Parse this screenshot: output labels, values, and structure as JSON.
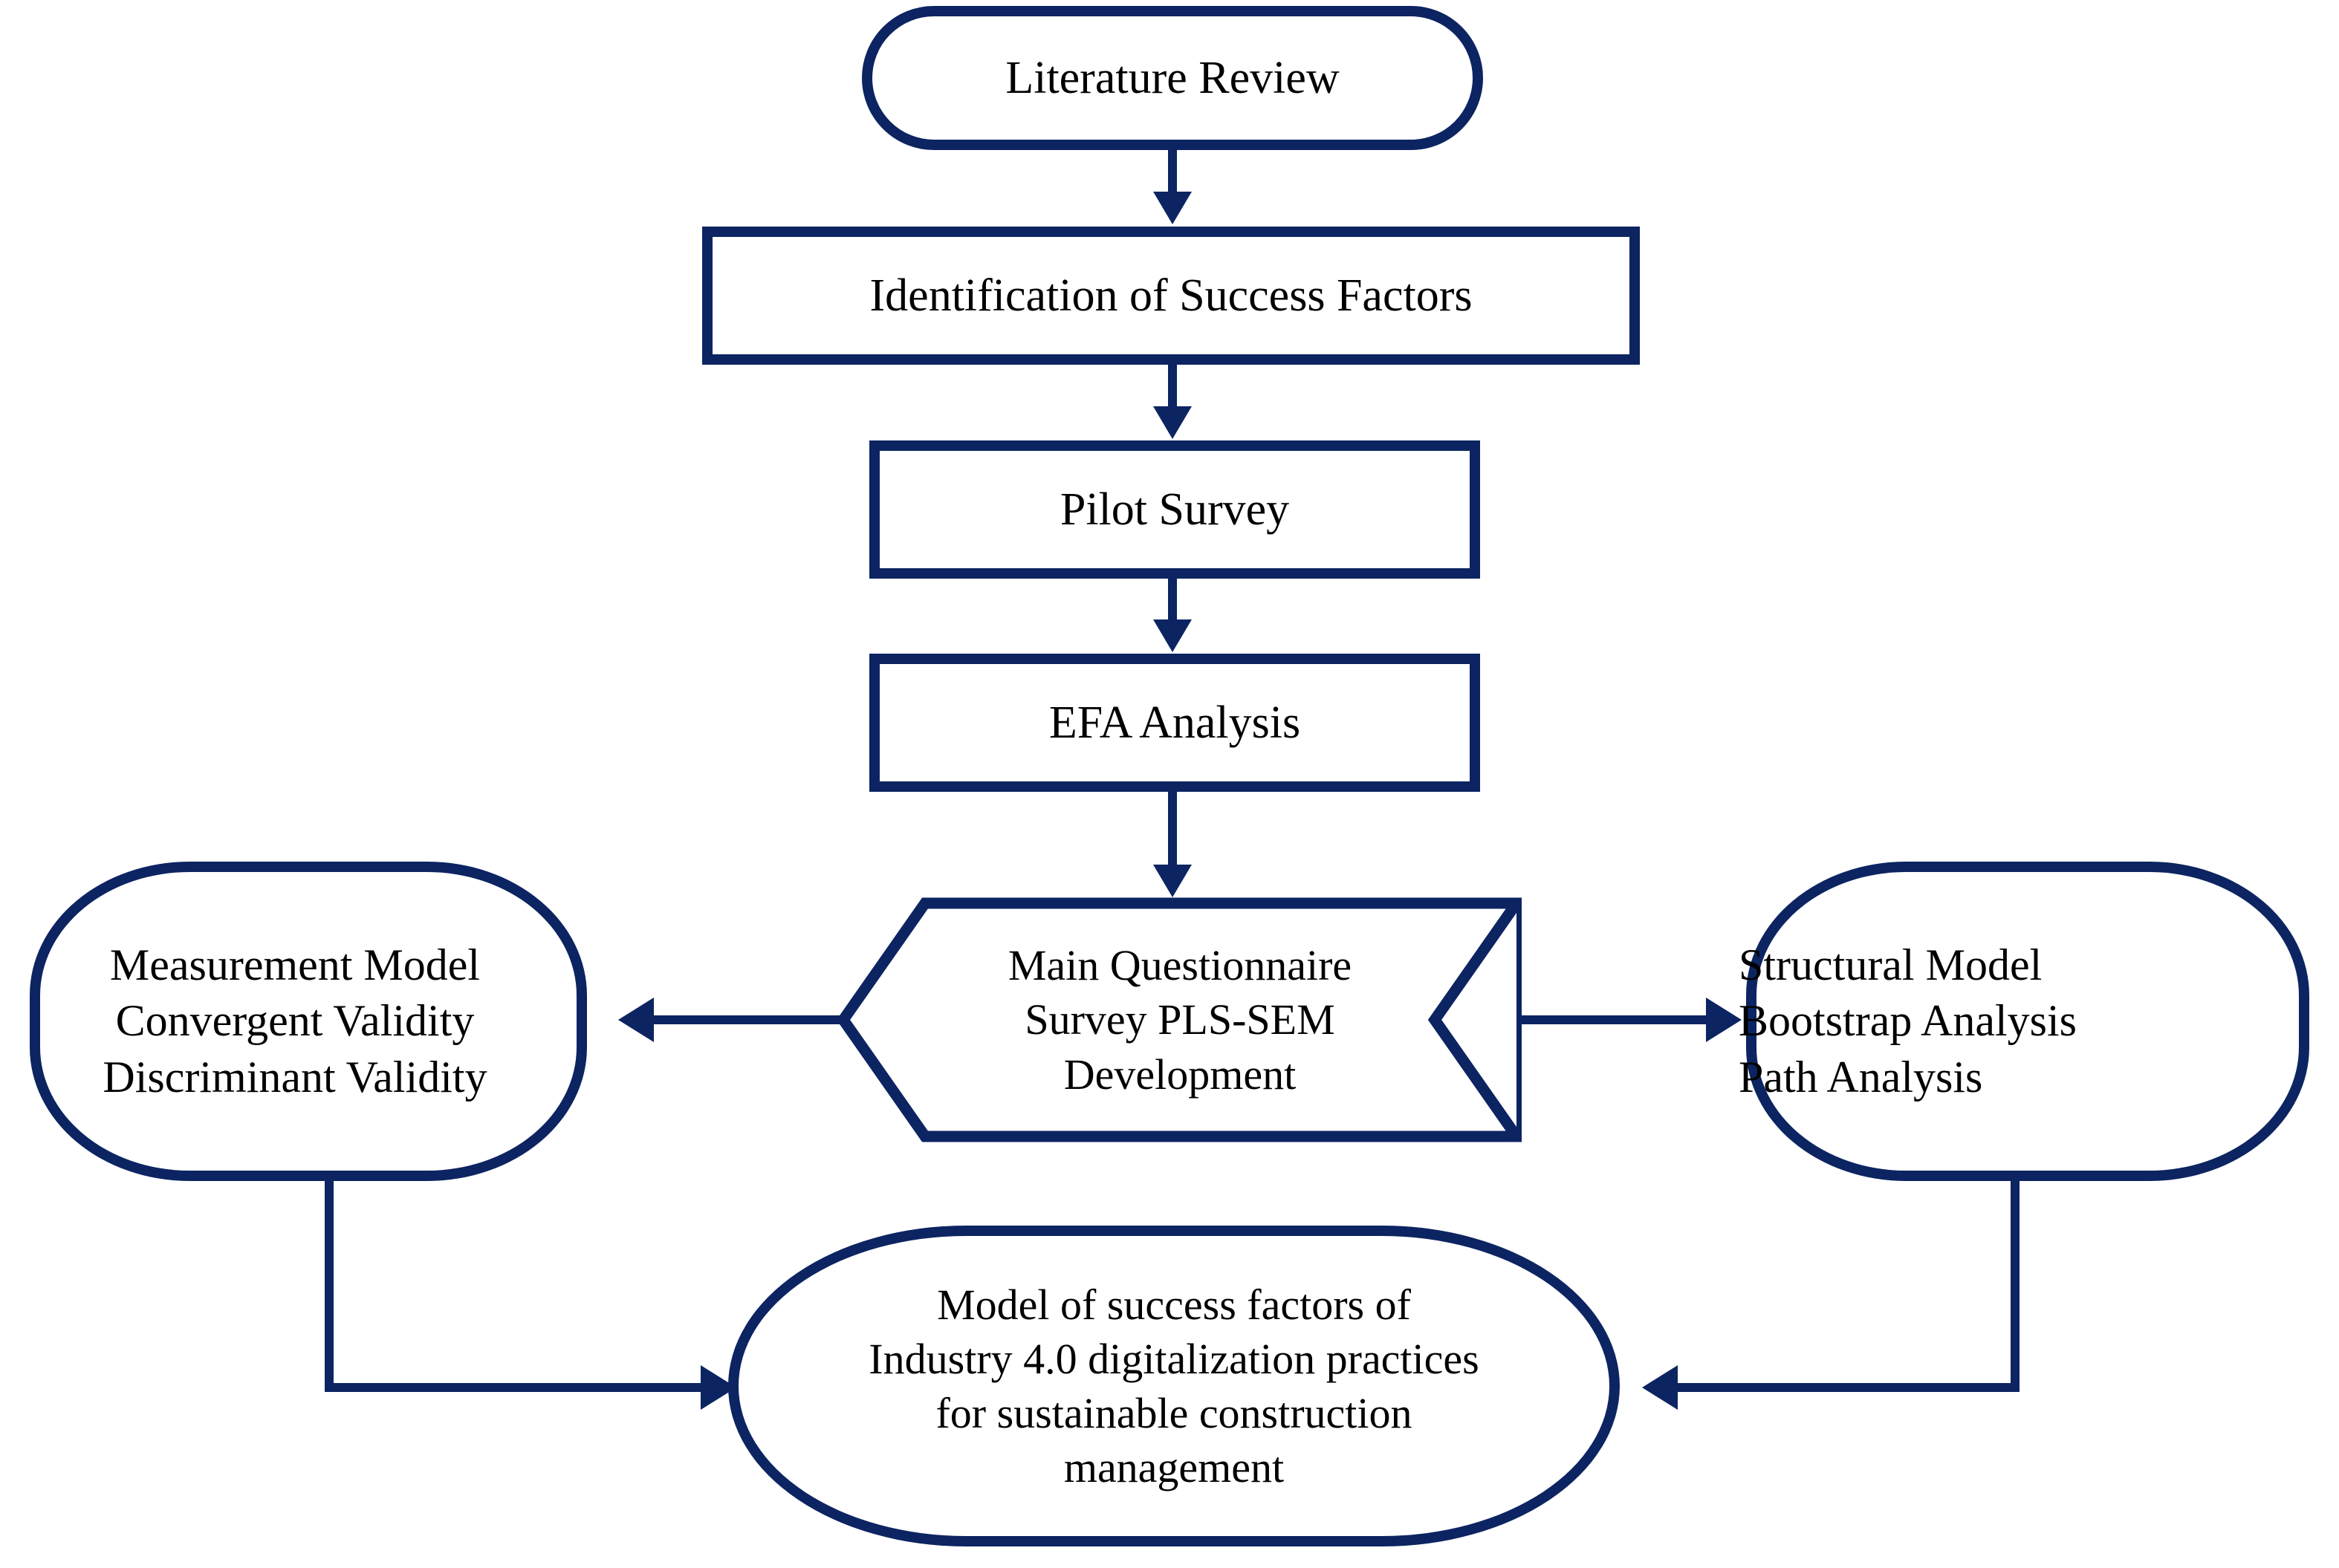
{
  "diagram": {
    "title": "Research methodology flowchart",
    "colors": {
      "node_border": "#0c2461",
      "connector": "#0c2461",
      "node_fill": "#ffffff",
      "text": "#000000"
    },
    "nodes": {
      "literature_review": {
        "shape": "stadium",
        "lines": [
          "Literature Review"
        ]
      },
      "identification": {
        "shape": "rectangle",
        "lines": [
          "Identification of Success Factors"
        ]
      },
      "pilot_survey": {
        "shape": "rectangle",
        "lines": [
          "Pilot Survey"
        ]
      },
      "efa_analysis": {
        "shape": "rectangle",
        "lines": [
          "EFA Analysis"
        ]
      },
      "main_questionnaire": {
        "shape": "hexagon",
        "lines": [
          "Main Questionnaire",
          "Survey PLS-SEM",
          "Development"
        ]
      },
      "measurement_model": {
        "shape": "rounded-rectangle",
        "lines": [
          "Measurement Model",
          "Convergent Validity",
          "Discriminant Validity"
        ]
      },
      "structural_model": {
        "shape": "rounded-rectangle",
        "lines": [
          "Structural Model",
          "Bootstrap Analysis",
          "Path Analysis"
        ]
      },
      "final_model": {
        "shape": "rounded-rectangle",
        "lines": [
          "Model of success factors of",
          "Industry 4.0 digitalization practices",
          "for sustainable construction",
          "management"
        ]
      }
    },
    "edges": [
      {
        "from": "literature_review",
        "to": "identification",
        "direction": "down"
      },
      {
        "from": "identification",
        "to": "pilot_survey",
        "direction": "down"
      },
      {
        "from": "pilot_survey",
        "to": "efa_analysis",
        "direction": "down"
      },
      {
        "from": "efa_analysis",
        "to": "main_questionnaire",
        "direction": "down"
      },
      {
        "from": "main_questionnaire",
        "to": "measurement_model",
        "direction": "left"
      },
      {
        "from": "main_questionnaire",
        "to": "structural_model",
        "direction": "right"
      },
      {
        "from": "measurement_model",
        "to": "final_model",
        "direction": "down-right"
      },
      {
        "from": "structural_model",
        "to": "final_model",
        "direction": "down-left"
      }
    ]
  }
}
